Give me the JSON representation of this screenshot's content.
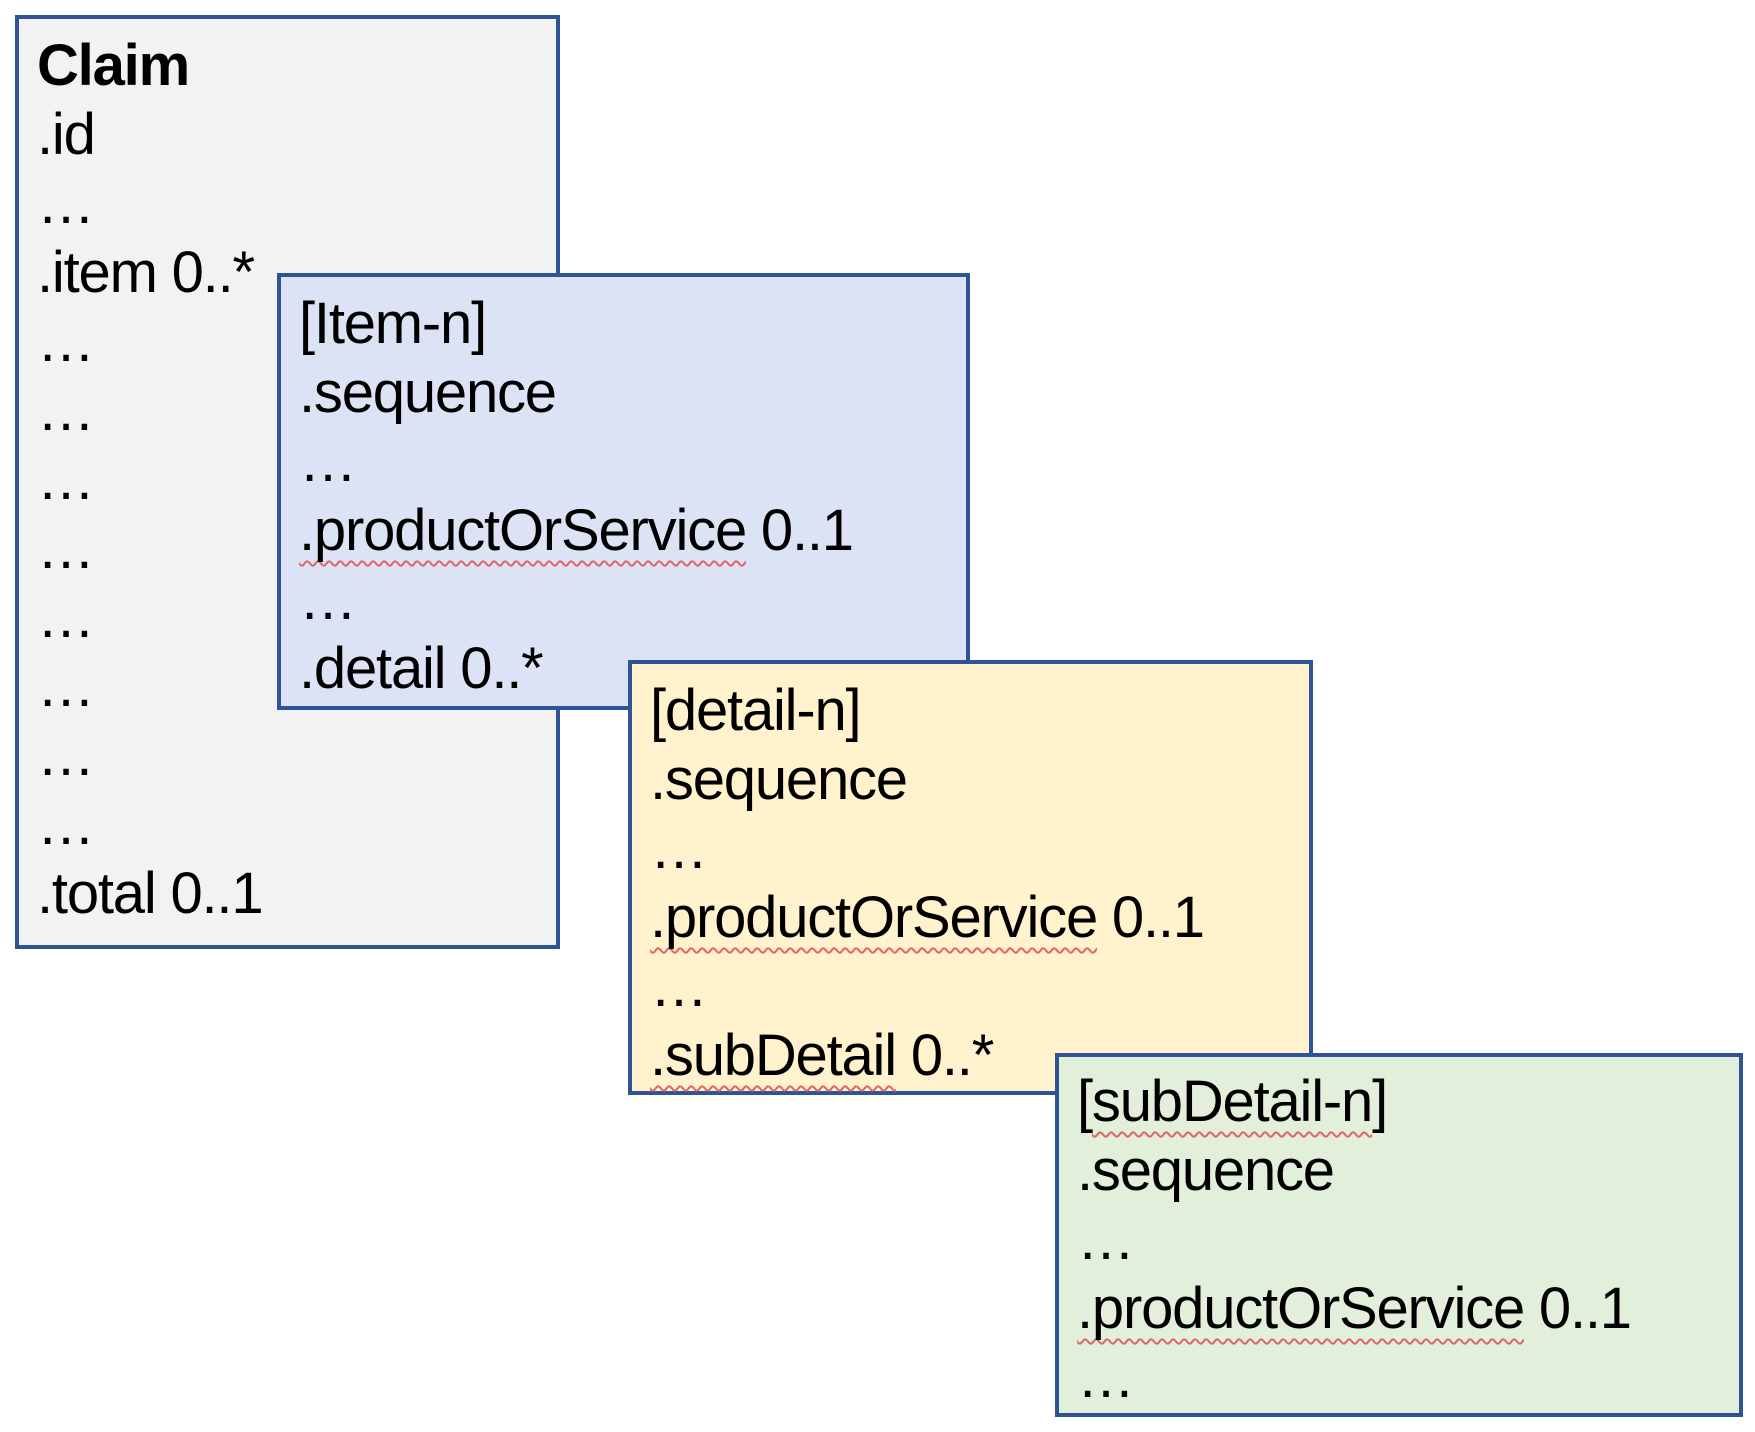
{
  "diagram": {
    "background": "#FFFFFF",
    "border_color": "#2F5496",
    "text_color": "#000000",
    "spellcheck_underline_color": "#E06666",
    "boxes": [
      {
        "id": "claim",
        "fill": "#F2F2F2",
        "lines": [
          {
            "bold": true,
            "parts": [
              {
                "text": "Claim"
              }
            ]
          },
          {
            "parts": [
              {
                "text": ".id"
              }
            ]
          },
          {
            "parts": [
              {
                "text": "…"
              }
            ]
          },
          {
            "parts": [
              {
                "text": ".item 0..*"
              }
            ]
          },
          {
            "parts": [
              {
                "text": "…"
              }
            ]
          },
          {
            "parts": [
              {
                "text": "…"
              }
            ]
          },
          {
            "parts": [
              {
                "text": "…"
              }
            ]
          },
          {
            "parts": [
              {
                "text": "…"
              }
            ]
          },
          {
            "parts": [
              {
                "text": "…"
              }
            ]
          },
          {
            "parts": [
              {
                "text": "…"
              }
            ]
          },
          {
            "parts": [
              {
                "text": "…"
              }
            ]
          },
          {
            "parts": [
              {
                "text": "…"
              }
            ]
          },
          {
            "parts": [
              {
                "text": ".total 0..1"
              }
            ]
          }
        ]
      },
      {
        "id": "item",
        "fill": "#DBE3F5",
        "lines": [
          {
            "parts": [
              {
                "text": "[Item-n]"
              }
            ]
          },
          {
            "parts": [
              {
                "text": ".sequence"
              }
            ]
          },
          {
            "parts": [
              {
                "text": "…"
              }
            ]
          },
          {
            "parts": [
              {
                "text": ".productOrService",
                "misspelled": true
              },
              {
                "text": " 0..1"
              }
            ]
          },
          {
            "parts": [
              {
                "text": "…"
              }
            ]
          },
          {
            "parts": [
              {
                "text": ".detail 0..*"
              }
            ]
          }
        ]
      },
      {
        "id": "detail",
        "fill": "#FFF2CC",
        "lines": [
          {
            "parts": [
              {
                "text": "[detail-n]"
              }
            ]
          },
          {
            "parts": [
              {
                "text": ".sequence"
              }
            ]
          },
          {
            "parts": [
              {
                "text": "…"
              }
            ]
          },
          {
            "parts": [
              {
                "text": ".productOrService",
                "misspelled": true
              },
              {
                "text": " 0..1"
              }
            ]
          },
          {
            "parts": [
              {
                "text": "…"
              }
            ]
          },
          {
            "parts": [
              {
                "text": ".subDetail",
                "misspelled": true
              },
              {
                "text": " 0..*"
              }
            ]
          }
        ]
      },
      {
        "id": "subdetail",
        "fill": "#E2EFDA",
        "lines": [
          {
            "parts": [
              {
                "text": "["
              },
              {
                "text": "subDetail-n",
                "misspelled": true
              },
              {
                "text": "]"
              }
            ]
          },
          {
            "parts": [
              {
                "text": ".sequence"
              }
            ]
          },
          {
            "parts": [
              {
                "text": "…"
              }
            ]
          },
          {
            "parts": [
              {
                "text": ".productOrService",
                "misspelled": true
              },
              {
                "text": " 0..1"
              }
            ]
          },
          {
            "parts": [
              {
                "text": "…"
              }
            ]
          }
        ]
      }
    ]
  }
}
